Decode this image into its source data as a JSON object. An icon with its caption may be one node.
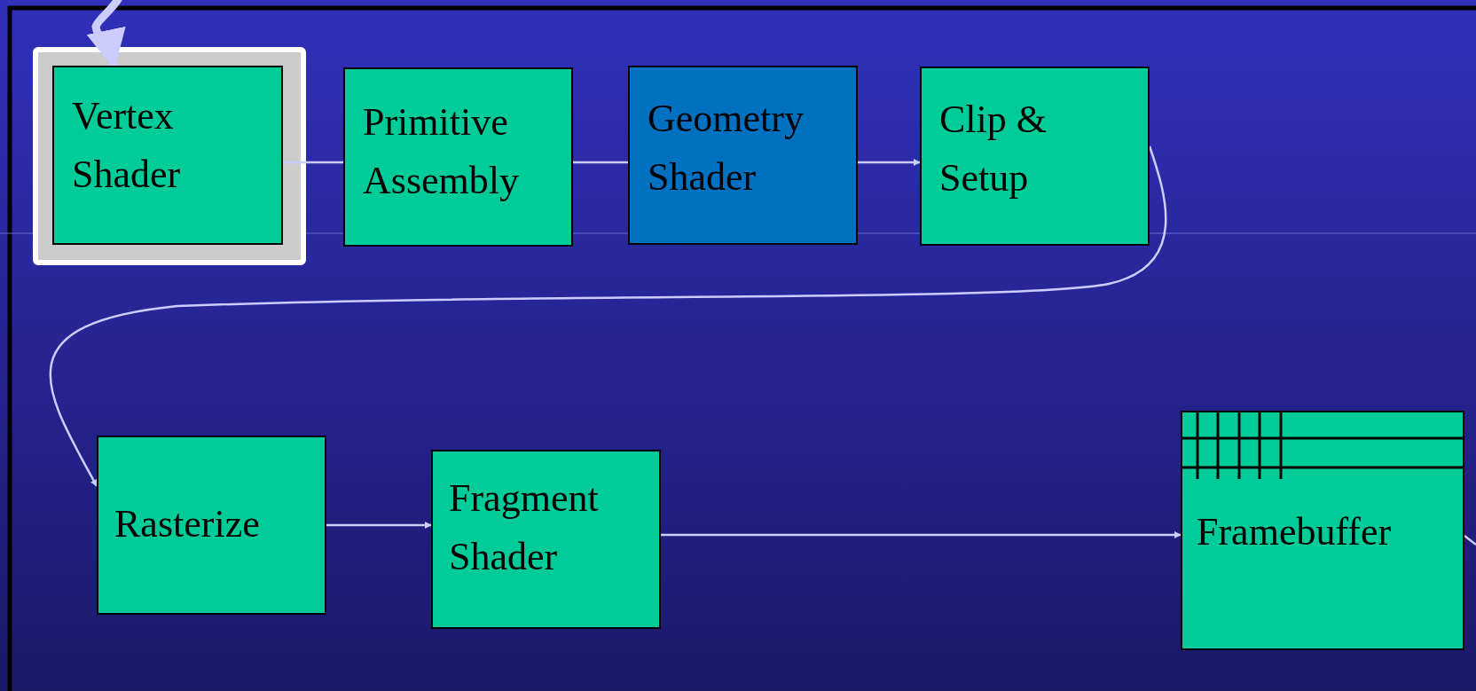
{
  "diagram": {
    "nodes": [
      {
        "text": [
          "Vertex Shader"
        ]
      },
      {
        "text": [
          "Primitive Assembly"
        ]
      },
      {
        "text": [
          "Geometry Shader"
        ]
      },
      {
        "text": [
          "Clip & Setup"
        ]
      },
      {
        "text": [
          "Rasterize"
        ]
      },
      {
        "text": [
          "Fragment Shader"
        ]
      },
      {
        "text": [
          "Framebuffer"
        ]
      }
    ],
    "edges": [
      {
        "from": 0,
        "to": 1,
        "arrow": "none"
      },
      {
        "from": 1,
        "to": 2,
        "arrow": "none"
      },
      {
        "from": 2,
        "to": 3,
        "arrow": "to"
      },
      {
        "from": 3,
        "to": 4,
        "arrow": "to"
      },
      {
        "from": 4,
        "to": 5,
        "arrow": "to"
      },
      {
        "from": 5,
        "to": 6,
        "arrow": "to"
      },
      {
        "from": 6,
        "to": null,
        "arrow": "none"
      },
      {
        "from": null,
        "to": 0,
        "arrow": "to",
        "style": "thick"
      }
    ]
  }
}
